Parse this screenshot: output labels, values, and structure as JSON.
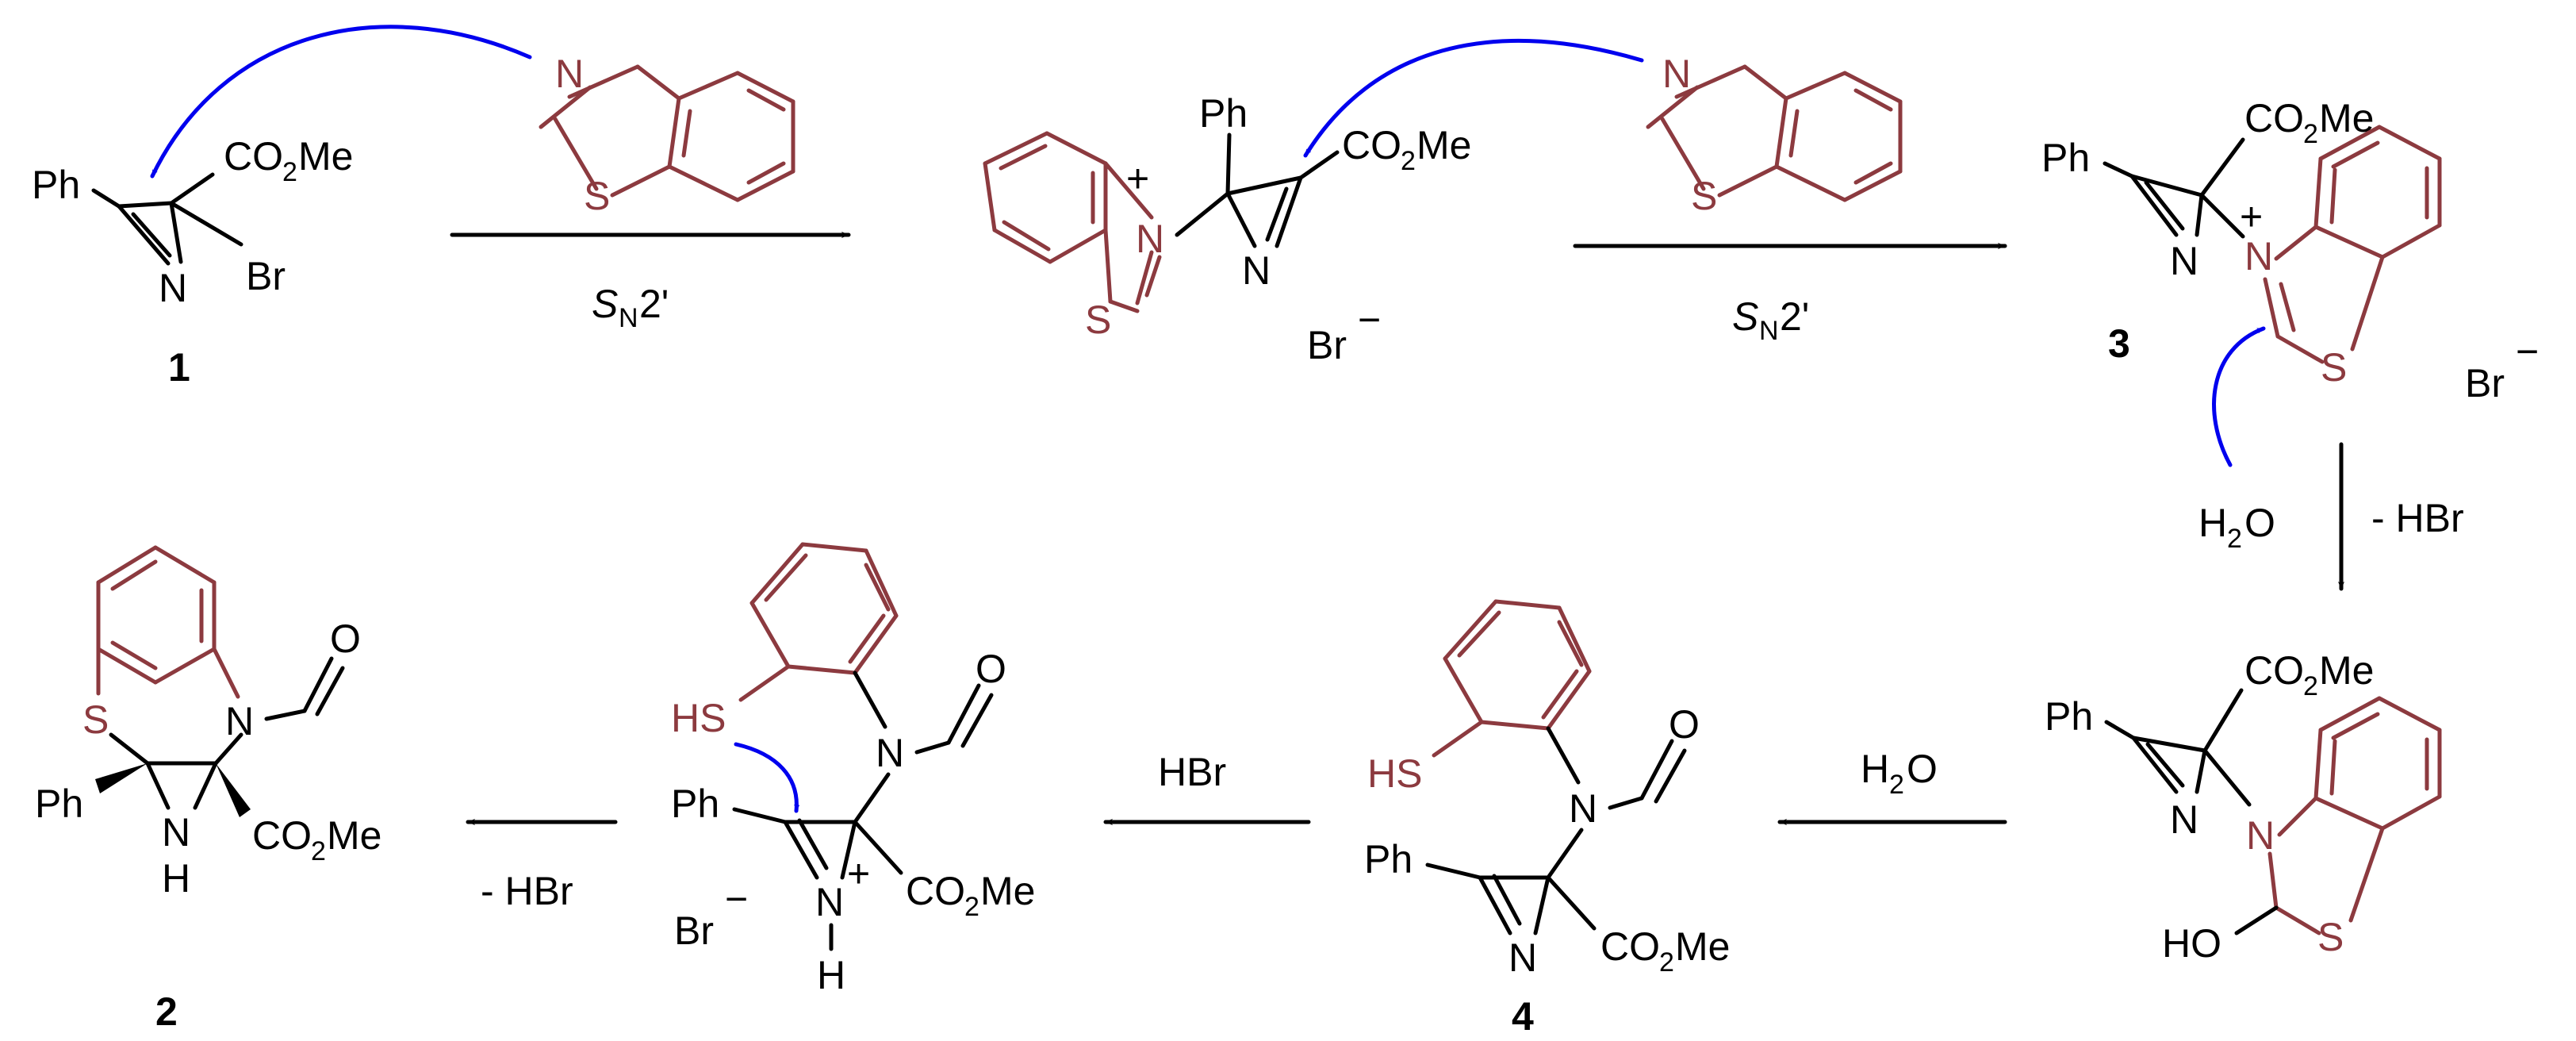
{
  "labels": {
    "ph": "Ph",
    "co2": "CO",
    "two": "2",
    "me": "Me",
    "br": "Br",
    "n": "N",
    "s": "S",
    "h": "H",
    "hs": "HS",
    "ho": "HO",
    "o": "O",
    "plus": "+",
    "minus": "−",
    "h2o_h": "H",
    "h2o_o": "O"
  },
  "compounds": {
    "c1": "1",
    "c2": "2",
    "c3": "3",
    "c4": "4"
  },
  "arrows": {
    "a1_s": "S",
    "a1_n": "N",
    "a1_prime": "2'",
    "a2_s": "S",
    "a2_n": "N",
    "a2_prime": "2'",
    "a3": "- HBr",
    "a4": "HBr",
    "a5": "- HBr"
  },
  "colors": {
    "bond": "#000000",
    "heterocycle": "#8c3a3f",
    "curved_arrow": "#0000ee"
  }
}
